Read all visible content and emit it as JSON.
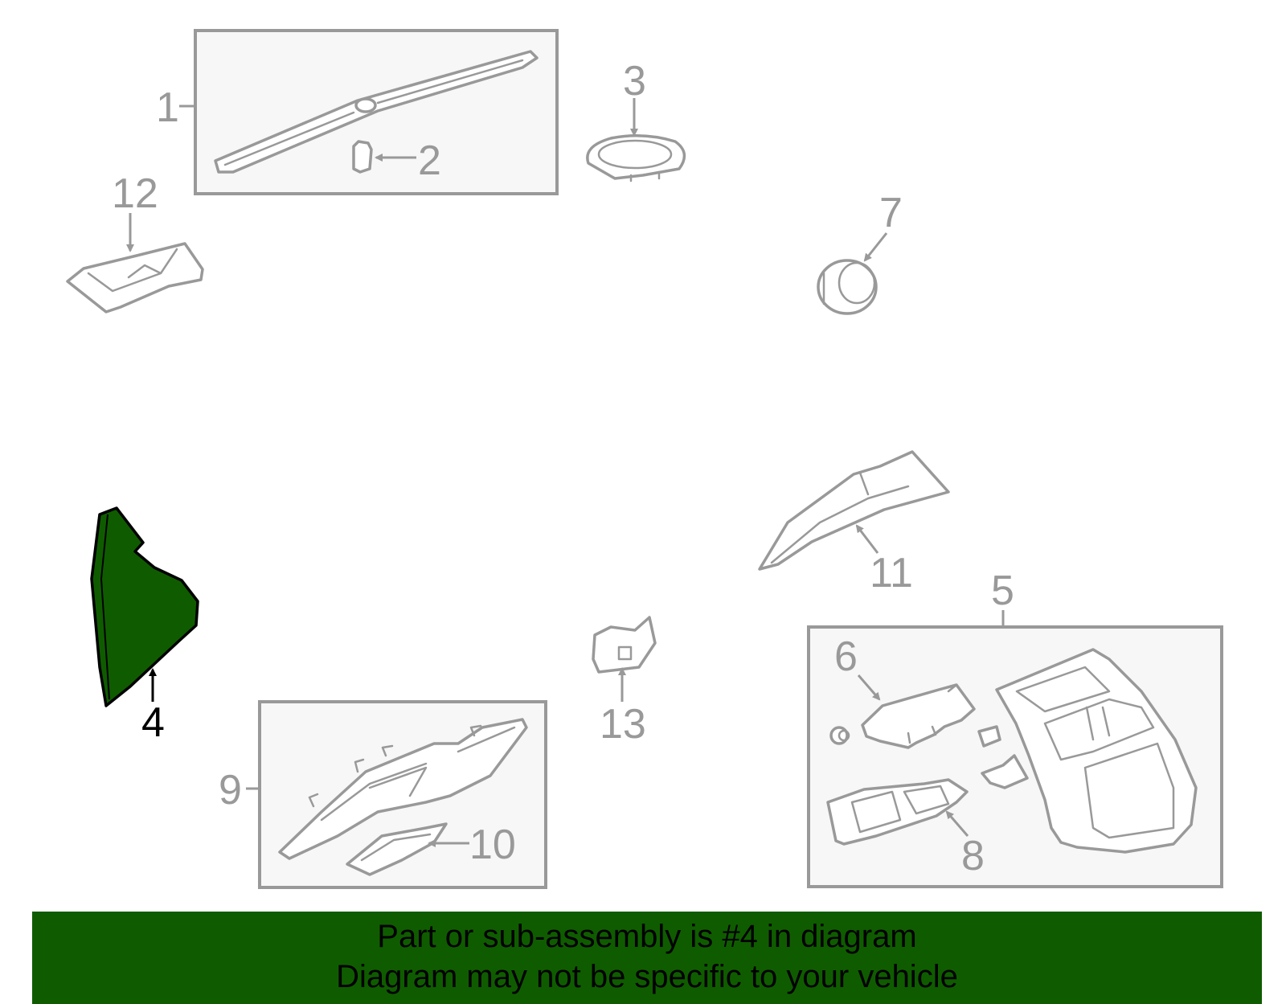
{
  "callouts": {
    "c1": "1",
    "c2": "2",
    "c3": "3",
    "c4": "4",
    "c5": "5",
    "c6": "6",
    "c7": "7",
    "c8": "8",
    "c9": "9",
    "c10": "10",
    "c11": "11",
    "c12": "12",
    "c13": "13"
  },
  "highlight": {
    "part": "4",
    "color": "#0f5c00"
  },
  "banner": {
    "line1": "Part or sub-assembly is #4 in diagram",
    "line2": "Diagram may not be specific to your vehicle",
    "background": "#0f5c00"
  }
}
